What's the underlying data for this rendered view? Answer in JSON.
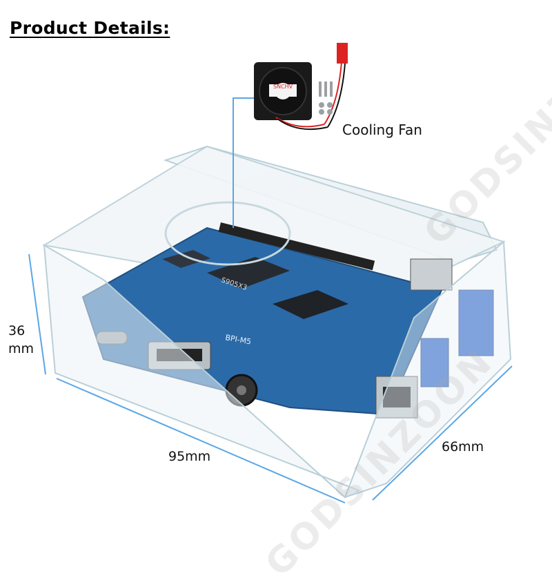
{
  "header": {
    "title": "Product Details:"
  },
  "labels": {
    "cooling_fan": "Cooling Fan",
    "height_value": "36",
    "height_unit": "mm",
    "width": "95mm",
    "depth": "66mm"
  },
  "board": {
    "model": "BPI-M5",
    "chip": "S905X3",
    "fan_brand": "SNCHV"
  },
  "watermark": "GODSINZOON",
  "colors": {
    "dimension_line": "#5aa6e6",
    "pcb": "#2b6aa8",
    "usb_blue": "#2a63c9",
    "fan_wire_red": "#d22",
    "case_edge": "#b9cfd8"
  }
}
